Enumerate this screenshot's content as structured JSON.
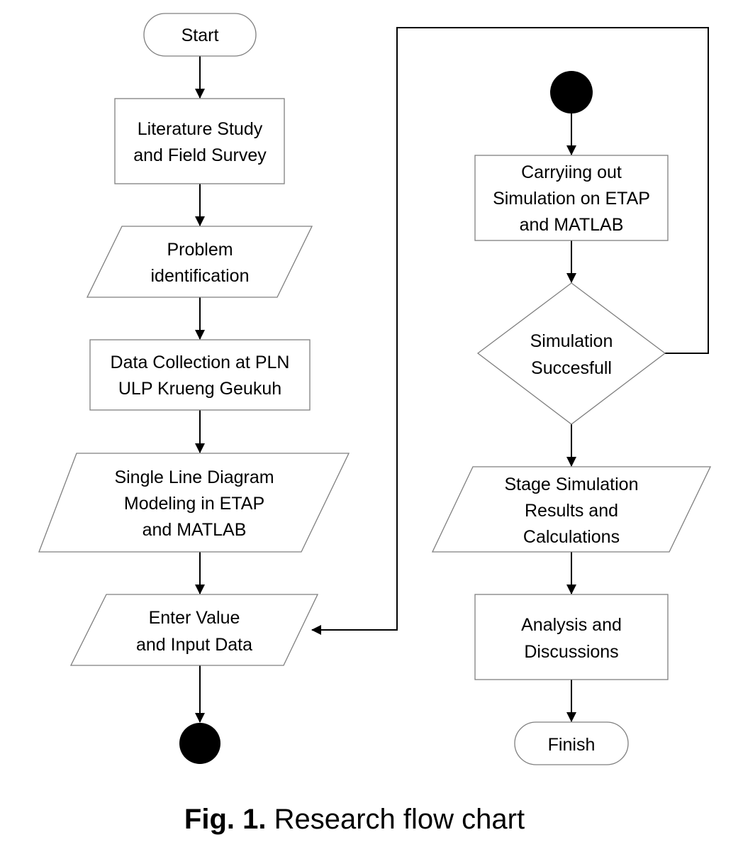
{
  "title": "Research flow chart",
  "caption": {
    "label": "Fig. 1.",
    "text": " Research flow chart"
  },
  "nodes": [
    {
      "id": "start",
      "type": "terminator",
      "lines": [
        "Start"
      ]
    },
    {
      "id": "literature",
      "type": "process",
      "lines": [
        "Literature Study",
        "and Field Survey"
      ]
    },
    {
      "id": "problem",
      "type": "data",
      "lines": [
        "Problem",
        "identification"
      ]
    },
    {
      "id": "collection",
      "type": "process",
      "lines": [
        "Data Collection at PLN",
        "ULP Krueng Geukuh"
      ]
    },
    {
      "id": "sld",
      "type": "data",
      "lines": [
        "Single Line Diagram",
        "Modeling in ETAP",
        "and MATLAB"
      ]
    },
    {
      "id": "enter",
      "type": "data",
      "lines": [
        "Enter Value",
        "and Input Data"
      ]
    },
    {
      "id": "connector-out",
      "type": "connector",
      "lines": []
    },
    {
      "id": "connector-in",
      "type": "connector",
      "lines": []
    },
    {
      "id": "simulate",
      "type": "process",
      "lines": [
        "Carryiing out",
        "Simulation on ETAP",
        "and MATLAB"
      ]
    },
    {
      "id": "decision",
      "type": "decision",
      "lines": [
        "Simulation",
        "Succesfull"
      ]
    },
    {
      "id": "stage",
      "type": "data",
      "lines": [
        "Stage Simulation",
        "Results and",
        "Calculations"
      ]
    },
    {
      "id": "analysis",
      "type": "process",
      "lines": [
        "Analysis and",
        "Discussions"
      ]
    },
    {
      "id": "finish",
      "type": "terminator",
      "lines": [
        "Finish"
      ]
    }
  ],
  "edges": [
    {
      "from": "start",
      "to": "literature"
    },
    {
      "from": "literature",
      "to": "problem"
    },
    {
      "from": "problem",
      "to": "collection"
    },
    {
      "from": "collection",
      "to": "sld"
    },
    {
      "from": "sld",
      "to": "enter"
    },
    {
      "from": "enter",
      "to": "connector-out"
    },
    {
      "from": "connector-in",
      "to": "simulate"
    },
    {
      "from": "simulate",
      "to": "decision"
    },
    {
      "from": "decision",
      "to": "enter",
      "label": ""
    },
    {
      "from": "decision",
      "to": "stage"
    },
    {
      "from": "stage",
      "to": "analysis"
    },
    {
      "from": "analysis",
      "to": "finish"
    }
  ]
}
